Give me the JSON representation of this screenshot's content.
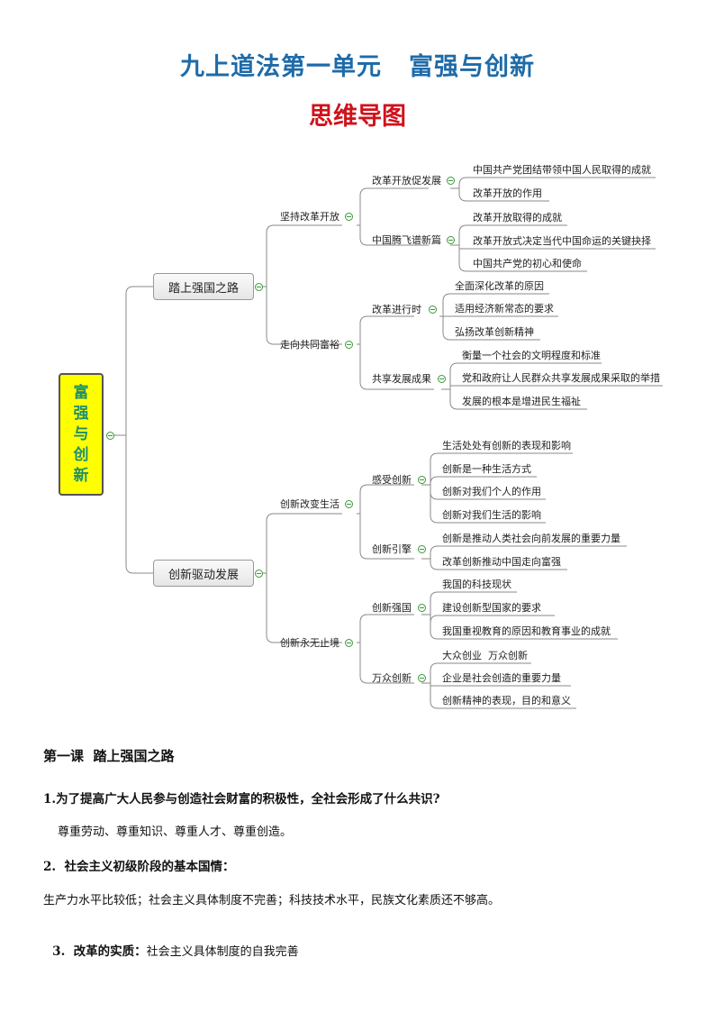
{
  "title": {
    "main": "九上道法第一单元",
    "theme": "富强与创新",
    "subtitle": "思维导图"
  },
  "mindmap": {
    "root": "富强与创新",
    "branches": [
      {
        "label": "踏上强国之路",
        "subs": [
          {
            "label": "坚持改革开放",
            "groups": [
              {
                "label": "改革开放促发展",
                "leaves": [
                  "中国共产党团结带领中国人民取得的成就",
                  "改革开放的作用"
                ]
              },
              {
                "label": "中国腾飞谱新篇",
                "leaves": [
                  "改革开放取得的成就",
                  "改革开放式决定当代中国命运的关键抉择",
                  "中国共产党的初心和使命"
                ]
              }
            ]
          },
          {
            "label": "走向共同富裕",
            "groups": [
              {
                "label": "改革进行时",
                "leaves": [
                  "全面深化改革的原因",
                  "适用经济新常态的要求",
                  "弘扬改革创新精神"
                ]
              },
              {
                "label": "共享发展成果",
                "leaves": [
                  "衡量一个社会的文明程度和标准",
                  "党和政府让人民群众共享发展成果采取的举措",
                  "发展的根本是增进民生福祉"
                ]
              }
            ]
          }
        ]
      },
      {
        "label": "创新驱动发展",
        "subs": [
          {
            "label": "创新改变生活",
            "groups": [
              {
                "label": "感受创新",
                "leaves": [
                  "生活处处有创新的表现和影响",
                  "创新是一种生活方式",
                  "创新对我们个人的作用",
                  "创新对我们生活的影响"
                ]
              },
              {
                "label": "创新引擎",
                "leaves": [
                  "创新是推动人类社会向前发展的重要力量",
                  "改革创新推动中国走向富强"
                ]
              }
            ]
          },
          {
            "label": "创新永无止境",
            "groups": [
              {
                "label": "创新强国",
                "leaves": [
                  "我国的科技现状",
                  "建设创新型国家的要求",
                  "我国重视教育的原因和教育事业的成就"
                ]
              },
              {
                "label": "万众创新",
                "leaves": [
                  "大众创业  万众创新",
                  "企业是社会创造的重要力量",
                  "创新精神的表现，目的和意义"
                ]
              }
            ]
          }
        ]
      }
    ]
  },
  "lesson": {
    "heading": "第一课  踏上强国之路",
    "q1": "1.为了提高广大人民参与创造社会财富的积极性，全社会形成了什么共识?",
    "a1": "尊重劳动、尊重知识、尊重人才、尊重创造。",
    "q2": "2.  社会主义初级阶段的基本国情：",
    "a2": "生产力水平比较低；社会主义具体制度不完善；科技技术水平，民族文化素质还不够高。",
    "q3_label": "3.  改革的实质：",
    "q3_text": "社会主义具体制度的自我完善"
  }
}
